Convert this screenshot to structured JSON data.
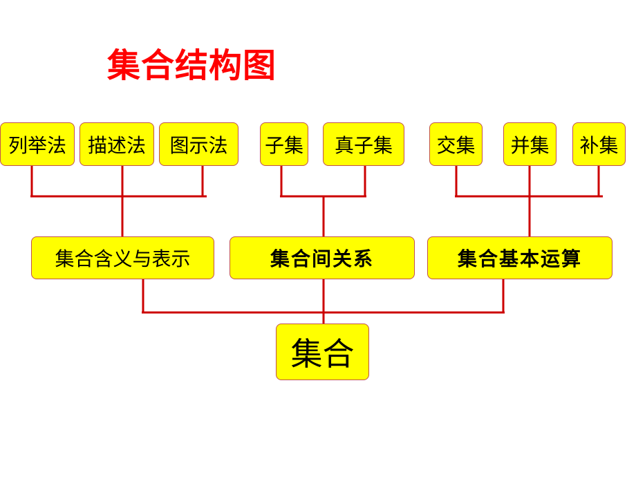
{
  "title": "集合结构图",
  "root": {
    "label": "集合"
  },
  "branches": [
    {
      "label": "集合含义与表示",
      "children": [
        "列举法",
        "描述法",
        "图示法"
      ]
    },
    {
      "label": "集合间关系",
      "children": [
        "子集",
        "真子集"
      ]
    },
    {
      "label": "集合基本运算",
      "children": [
        "交集",
        "并集",
        "补集"
      ]
    }
  ],
  "colors": {
    "title": "#ff0000",
    "box_fill": "#ffff00",
    "box_border": "#c0504d",
    "connector": "#cc0000",
    "background": "#ffffff"
  }
}
